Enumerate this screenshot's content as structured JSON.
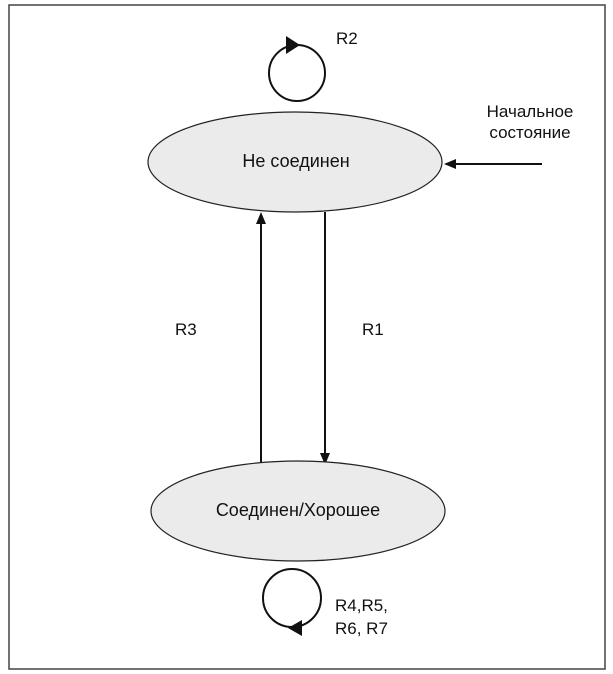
{
  "diagram": {
    "states": {
      "not_connected": "Не соединен",
      "connected_good": "Соединен/Хорошее"
    },
    "initial_state_label": {
      "line1": "Начальное",
      "line2": "состояние"
    },
    "transitions": {
      "self_loop_top": "R2",
      "down": "R1",
      "up": "R3",
      "self_loop_bottom_line1": "R4,R5,",
      "self_loop_bottom_line2": "R6, R7"
    },
    "colors": {
      "state_fill": "#ebebeb",
      "stroke": "#111111",
      "frame": "#444444"
    }
  }
}
